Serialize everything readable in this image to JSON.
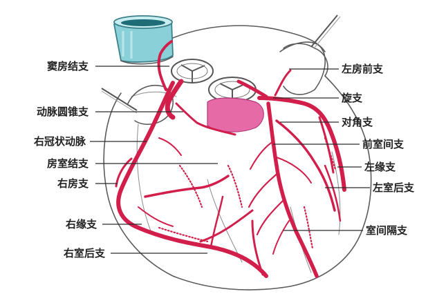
{
  "labels": {
    "left": [
      "窦房结支",
      "动脉圆锥支",
      "右冠状动脉",
      "房室结支",
      "右房支",
      "右缘支",
      "右室后支"
    ],
    "right": [
      "左房前支",
      "旋支",
      "对角支",
      "前室间支",
      "左缘支",
      "左室后支",
      "室间隔支"
    ]
  },
  "colors": {
    "artery": "#d21e4a",
    "aorta": "#8ad0d8",
    "atrium": "#e56aa6"
  }
}
